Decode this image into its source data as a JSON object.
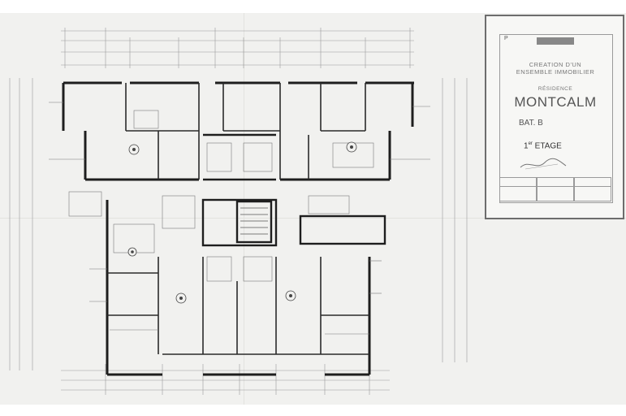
{
  "title_block": {
    "ref": "P",
    "line1": "CREATION D'UN",
    "line2": "ENSEMBLE IMMOBILIER",
    "line3": "RÉSIDENCE",
    "name": "MONTCALM",
    "building": "BAT. B",
    "floor_prefix": "1",
    "floor_sup": "er",
    "floor_suffix": " ETAGE"
  },
  "colors": {
    "paper": "#f1f1ef",
    "line": "#2a2a2a",
    "thin": "#8a8a8a"
  }
}
